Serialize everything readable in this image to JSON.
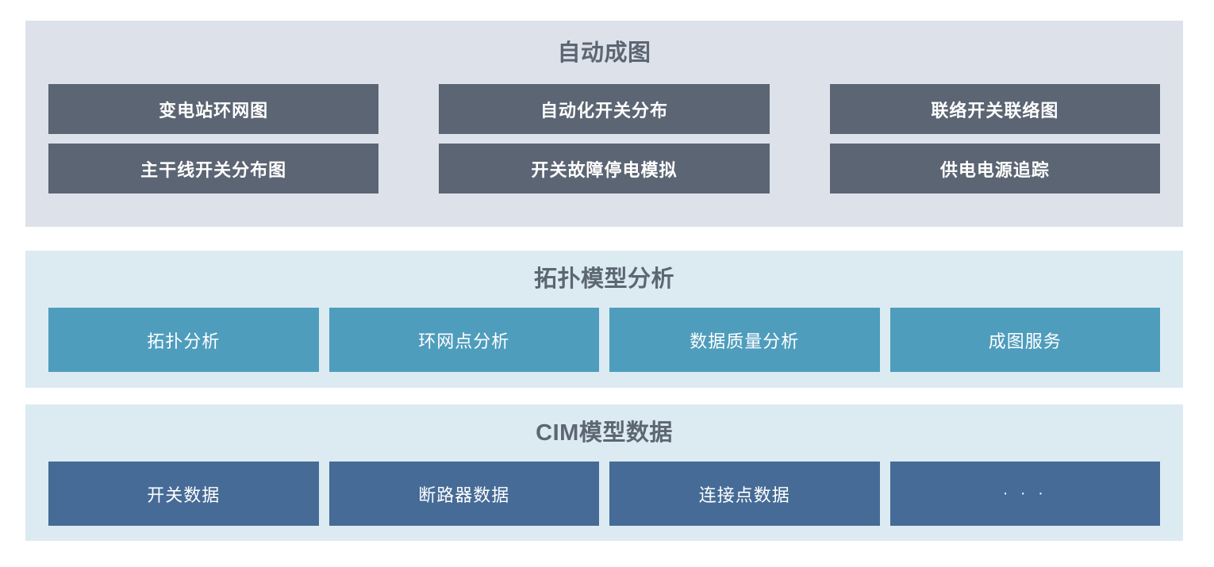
{
  "sections": [
    {
      "key": "auto_mapping",
      "title": "自动成图",
      "items": [
        {
          "label": "变电站环网图"
        },
        {
          "label": "自动化开关分布"
        },
        {
          "label": "联络开关联络图"
        },
        {
          "label": "主干线开关分布图"
        },
        {
          "label": "开关故障停电模拟"
        },
        {
          "label": "供电电源追踪"
        }
      ],
      "colors": {
        "background": "#dde2ea",
        "tile": "#5c6573",
        "title": "#5d6673",
        "tile_text": "#ffffff"
      }
    },
    {
      "key": "topology_model_analysis",
      "title": "拓扑模型分析",
      "items": [
        {
          "label": "拓扑分析"
        },
        {
          "label": "环网点分析"
        },
        {
          "label": "数据质量分析"
        },
        {
          "label": "成图服务"
        }
      ],
      "colors": {
        "background": "#dcebf2",
        "tile": "#4f9dbd",
        "title": "#5d6673",
        "tile_text": "#ffffff"
      }
    },
    {
      "key": "cim_model_data",
      "title": "CIM模型数据",
      "items": [
        {
          "label": "开关数据"
        },
        {
          "label": "断路器数据"
        },
        {
          "label": "连接点数据"
        },
        {
          "label": "· · ·"
        }
      ],
      "colors": {
        "background": "#dcebf2",
        "tile": "#456b96",
        "title": "#5d6673",
        "tile_text": "#ffffff"
      }
    }
  ]
}
